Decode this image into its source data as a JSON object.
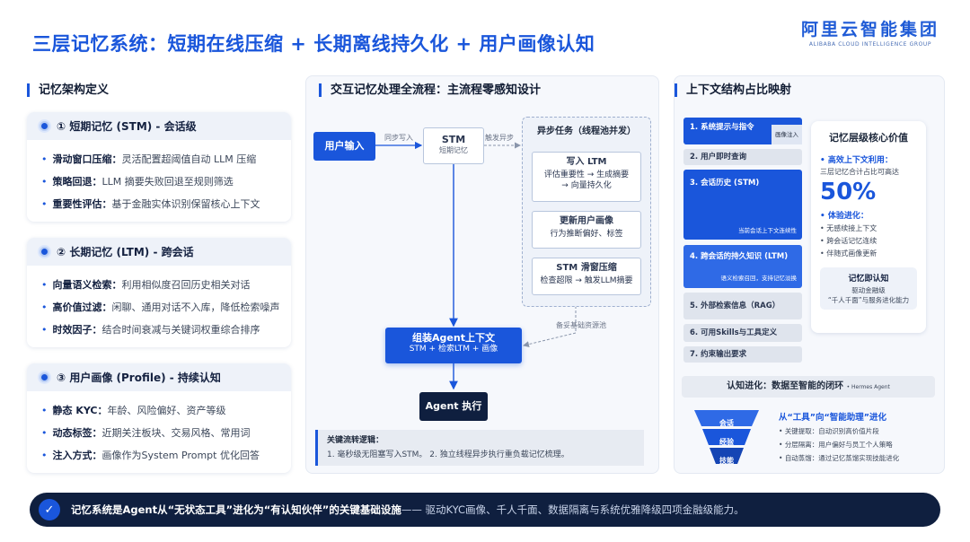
{
  "title": "三层记忆系统：短期在线压缩 + 长期离线持久化 + 用户画像认知",
  "brand": {
    "cn": "阿里云智能集团",
    "en": "ALIBABA CLOUD INTELLIGENCE GROUP"
  },
  "left": {
    "header": "记忆架构定义",
    "cards": [
      {
        "title": "① 短期记忆 (STM) - 会话级",
        "items": [
          {
            "k": "滑动窗口压缩：",
            "v": "灵活配置超阈值自动 LLM 压缩"
          },
          {
            "k": "策略回退：",
            "v": "LLM 摘要失败回退至规则筛选"
          },
          {
            "k": "重要性评估：",
            "v": "基于金融实体识别保留核心上下文"
          }
        ]
      },
      {
        "title": "② 长期记忆 (LTM) - 跨会话",
        "items": [
          {
            "k": "向量语义检索：",
            "v": "利用相似度召回历史相关对话"
          },
          {
            "k": "高价值过滤：",
            "v": "闲聊、通用对话不入库，降低检索噪声"
          },
          {
            "k": "时效因子：",
            "v": "结合时间衰减与关键词权重综合排序"
          }
        ]
      },
      {
        "title": "③ 用户画像 (Profile) - 持续认知",
        "items": [
          {
            "k": "静态 KYC：",
            "v": "年龄、风险偏好、资产等级"
          },
          {
            "k": "动态标签：",
            "v": "近期关注板块、交易风格、常用词"
          },
          {
            "k": "注入方式：",
            "v": "画像作为System Prompt 优化回答"
          }
        ]
      }
    ]
  },
  "mid": {
    "header": "交互记忆处理全流程：主流程零感知设计",
    "user_input": "用户输入",
    "sync": "同步写入",
    "stm": "STM",
    "stm_sub": "短期记忆",
    "async_trigger": "触发异步",
    "async_title": "异步任务（线程池并发）",
    "tasks": [
      {
        "t": "写入 LTM",
        "d1": "评估重要性 → 生成摘要",
        "d2": "→ 向量持久化"
      },
      {
        "t": "更新用户画像",
        "d1": "行为推断偏好、标签",
        "d2": ""
      },
      {
        "t": "STM 滑窗压缩",
        "d1": "检查超限 → 触发LLM摘要",
        "d2": ""
      }
    ],
    "backup": "备妥基础资源池",
    "assemble": "组装Agent上下文",
    "assemble_sub": "STM + 检索LTM + 画像",
    "exec": "Agent 执行",
    "logic_title": "关键流转逻辑：",
    "logic_text": "1. 毫秒级无阻塞写入STM。 2. 独立线程异步执行重负载记忆梳理。"
  },
  "right": {
    "header": "上下文结构占比映射",
    "segments": [
      {
        "label": "1. 系统提示与指令",
        "tag": "画像注入"
      },
      {
        "label": "2. 用户即时查询",
        "tag": ""
      },
      {
        "label": "3. 会话历史 (STM)",
        "tag": "当前会话上下文连续性"
      },
      {
        "label": "4. 跨会话的持久知识 (LTM)",
        "tag": "语义检索召回，支持记忆淡换"
      },
      {
        "label": "5. 外部检索信息（RAG）",
        "tag": ""
      },
      {
        "label": "6. 可用Skills与工具定义",
        "tag": ""
      },
      {
        "label": "7. 约束输出要求",
        "tag": ""
      }
    ],
    "value": {
      "title": "记忆层级核心价值",
      "sub1": "高效上下文利用：",
      "sub1_desc": "三层记忆合计占比可高达",
      "big": "50%",
      "sub2": "体验进化：",
      "list": [
        "无感续接上下文",
        "跨会话记忆连续",
        "伴随式画像更新"
      ],
      "cog_title": "记忆即认知",
      "cog_d1": "驱动金融级",
      "cog_d2": "“千人千面”与服务进化能力"
    },
    "evo": {
      "title": "认知进化：数据至智能的闭环",
      "tag": "• Hermes Agent",
      "funnel": [
        "会话",
        "经验",
        "技能"
      ],
      "sub": "从“工具”向“智能助理”进化",
      "items": [
        "关键提取：自动识别高价值片段",
        "分层隔离：用户偏好与员工个人策略",
        "自动蒸馏：通过记忆蒸馏实现技能进化"
      ]
    }
  },
  "banner": {
    "bold": "记忆系统是Agent从“无状态工具”进化为“有认知伙伴”的关键基础设施",
    "rest": " —— 驱动KYC画像、千人千面、数据隔离与系统优雅降级四项金融级能力。"
  }
}
